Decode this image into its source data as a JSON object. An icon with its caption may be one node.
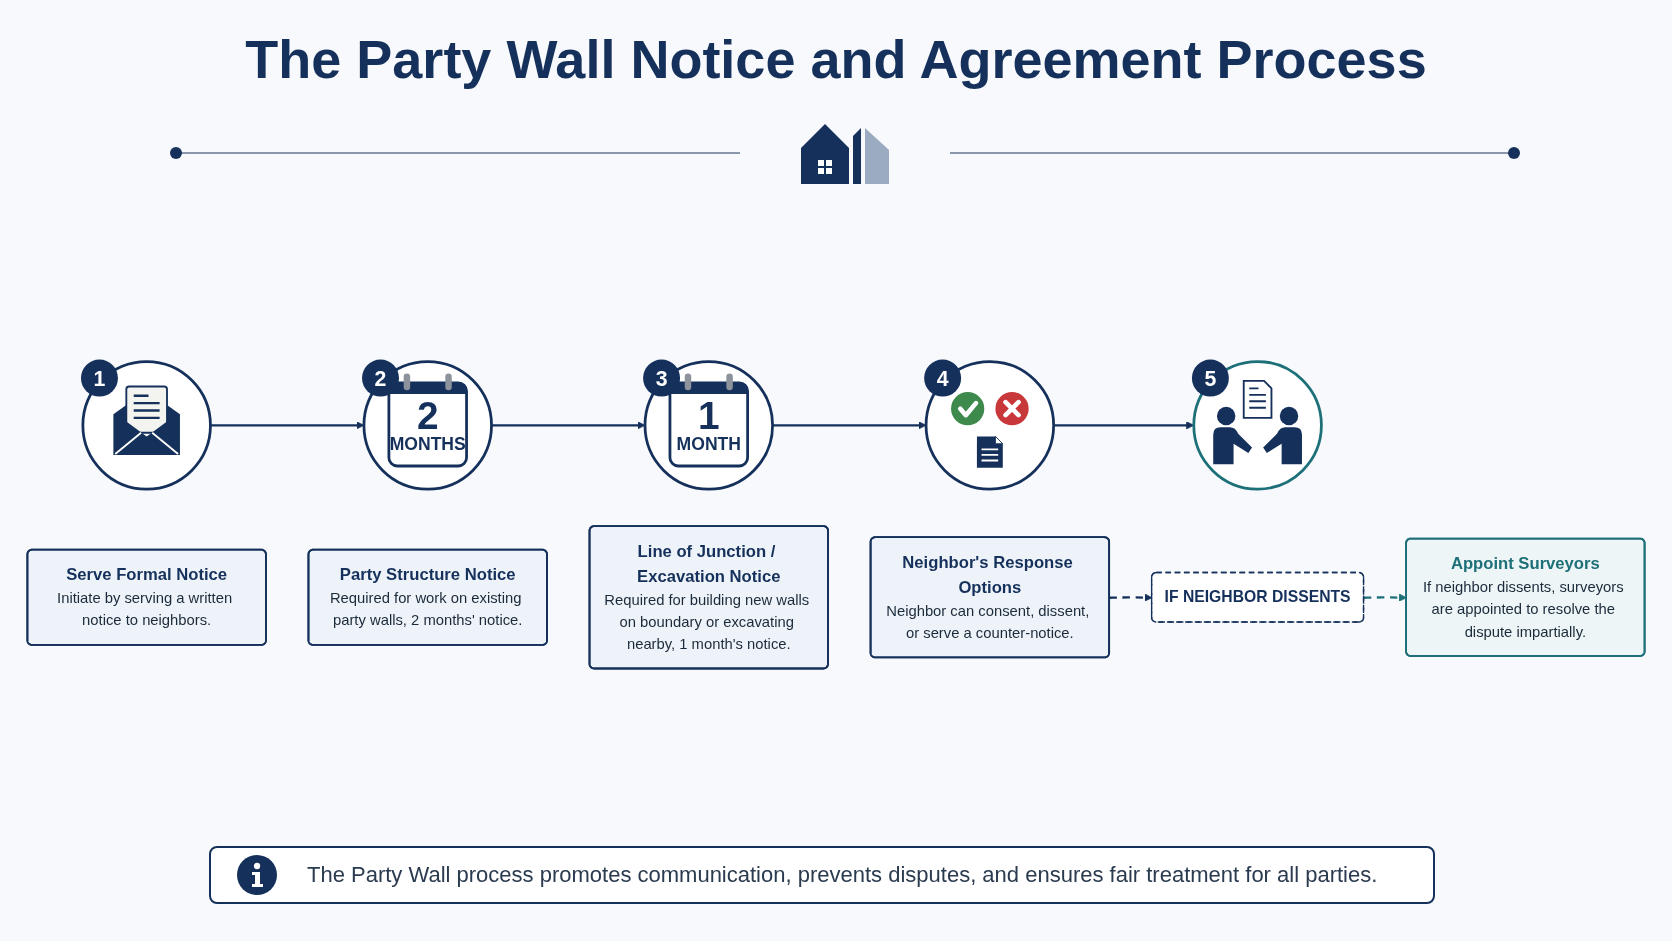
{
  "diagram": {
    "title": "The Party Wall Notice and Agreement Process",
    "nodes": [
      {
        "text": [],
        "shape": "circle",
        "beside": [
          "1"
        ]
      },
      {
        "text": [
          "Serve Formal Notice",
          "Initiate by serving a written notice to neighbors."
        ]
      },
      {
        "text": [
          "2",
          "MONTHS"
        ],
        "beside": [
          "2"
        ]
      },
      {
        "text": [
          "Party Structure Notice",
          "Required for work on existing party walls, 2 months' notice."
        ]
      },
      {
        "text": [
          "1",
          "MONTH"
        ],
        "beside": [
          "3"
        ]
      },
      {
        "text": [
          "Line of Junction / Excavation Notice",
          "Required for building new walls on boundary or excavating nearby, 1 month's notice."
        ]
      },
      {
        "text": [],
        "shape": "circle",
        "beside": [
          "4"
        ]
      },
      {
        "text": [
          "Neighbor's Response Options",
          "Neighbor can consent, dissent, or serve a counter-notice."
        ]
      },
      {
        "text": [],
        "shape": "circle",
        "beside": [
          "5"
        ]
      },
      {
        "text": [
          "Appoint Surveyors",
          "If neighbor dissents, surveyors are appointed to resolve the dispute impartially."
        ]
      },
      {
        "text": [
          "IF NEIGHBOR DISSENTS"
        ]
      }
    ],
    "edges": [
      {
        "from": 0,
        "to": 2,
        "arrow": "to"
      },
      {
        "from": 2,
        "to": 4,
        "arrow": "to"
      },
      {
        "from": 4,
        "to": 6,
        "arrow": "to"
      },
      {
        "from": 6,
        "to": 8,
        "arrow": "to"
      },
      {
        "from": 7,
        "to": 10,
        "arrow": "to",
        "style": "dashed"
      },
      {
        "from": 10,
        "to": 9,
        "arrow": "to",
        "style": "dashed",
        "color": "#1d6f78"
      }
    ],
    "caption": "The Party Wall process promotes communication, prevents disputes, and ensures fair treatment for all parties."
  }
}
